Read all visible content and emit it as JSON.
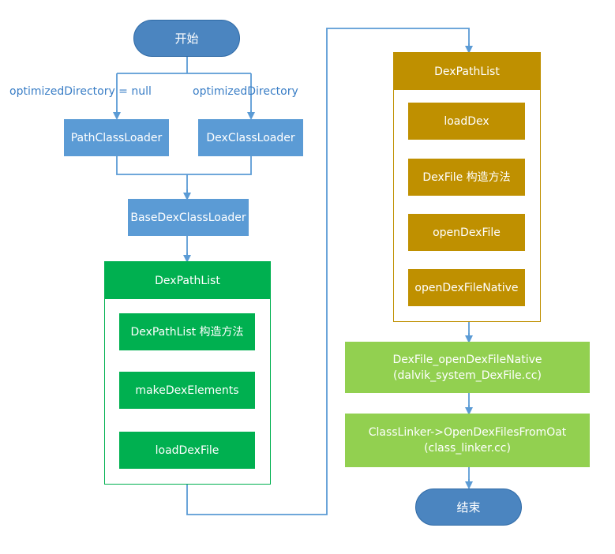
{
  "start": "开始",
  "end": "结束",
  "left": {
    "label_null": "optimizedDirectory = null",
    "label_dir": "optimizedDirectory",
    "path_loader": "PathClassLoader",
    "dex_loader": "DexClassLoader",
    "base_loader": "BaseDexClassLoader",
    "container_title": "DexPathList",
    "steps": [
      "DexPathList 构造方法",
      "makeDexElements",
      "loadDexFile"
    ]
  },
  "right": {
    "container_title": "DexPathList",
    "steps": [
      "loadDex",
      "DexFile 构造方法",
      "openDexFile",
      "openDexFileNative"
    ],
    "native_line1": "DexFile_openDexFileNative",
    "native_line2": "(dalvik_system_DexFile.cc)",
    "linker_line1": "ClassLinker->OpenDexFilesFromOat",
    "linker_line2": "(class_linker.cc)"
  },
  "colors": {
    "terminal": "#4b85c0",
    "blue": "#5b9bd5",
    "green": "#00b050",
    "gold": "#bf9000",
    "lime": "#92d050",
    "connector_blue": "#5b9bd5"
  }
}
